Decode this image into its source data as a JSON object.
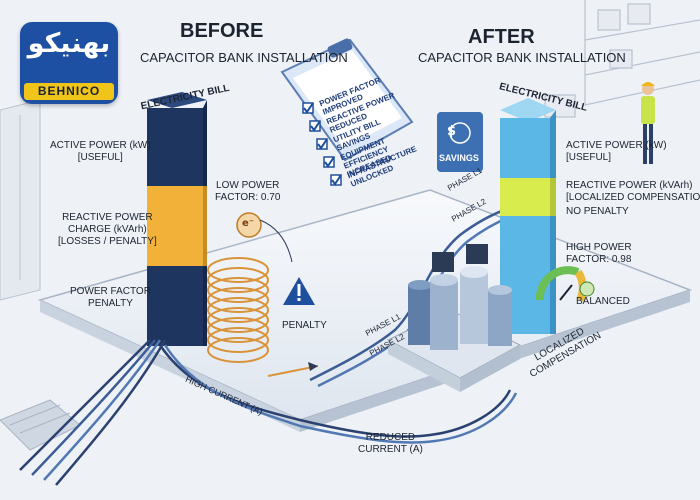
{
  "logo": {
    "persian_text": "بهنیکو",
    "latin_text": "BEHNICO"
  },
  "before": {
    "heading": "BEFORE",
    "subheading": "CAPACITOR BANK INSTALLATION",
    "bill_label": "ELECTRICITY BILL",
    "active_power": [
      "ACTIVE POWER (kW)",
      "[USEFUL]"
    ],
    "reactive_power": [
      "REACTIVE POWER",
      "CHARGE (kVArh)",
      "[LOSSES / PENALTY]"
    ],
    "power_factor_penalty": [
      "POWER FACTOR",
      "PENALTY"
    ],
    "low_pf": [
      "LOW POWER",
      "FACTOR: 0.70"
    ],
    "electron_symbol": "e⁻",
    "penalty_label": "PENALTY",
    "high_current": "HIGH CURRENT (A)"
  },
  "clipboard": {
    "items": [
      "POWER FACTOR IMPROVED",
      "REACTIVE POWER REDUCED",
      "UTILITY BILL SAVINGS",
      "EQUIPMENT EFFICIENCY INCREASED",
      "INFRASTRUCTURE UNLOCKED"
    ]
  },
  "after": {
    "heading": "AFTER",
    "subheading": "CAPACITOR BANK INSTALLATION",
    "bill_label": "ELECTRICITY BILL",
    "savings_label": "SAVINGS",
    "active_power": [
      "ACTIVE POWER (kW)",
      "[USEFUL]"
    ],
    "reactive_power": [
      "REACTIVE POWER (kVArh)",
      "[LOCALIZED COMPENSATION]"
    ],
    "no_penalty": "NO PENALTY",
    "high_pf": [
      "HIGH POWER",
      "FACTOR: 0.98"
    ],
    "balanced": "BALANCED",
    "phase_l1": "PHASE L1",
    "phase_l2": "PHASE L2",
    "phase_l1_low": "PHASE L1",
    "phase_l2_low": "PHASE L2",
    "localized": [
      "LOCALIZED",
      "COMPENSATION"
    ],
    "reduced_current": [
      "REDUCED",
      "CURRENT (A)"
    ]
  },
  "colors": {
    "before_top": "#1e3560",
    "before_mid": "#f2b23a",
    "before_bottom": "#1e3560",
    "after_top": "#5bb8e6",
    "after_mid": "#d9ec4d",
    "after_bottom": "#5bb8e6",
    "warning": "#1e4f9c",
    "coil": "#d9933a"
  }
}
